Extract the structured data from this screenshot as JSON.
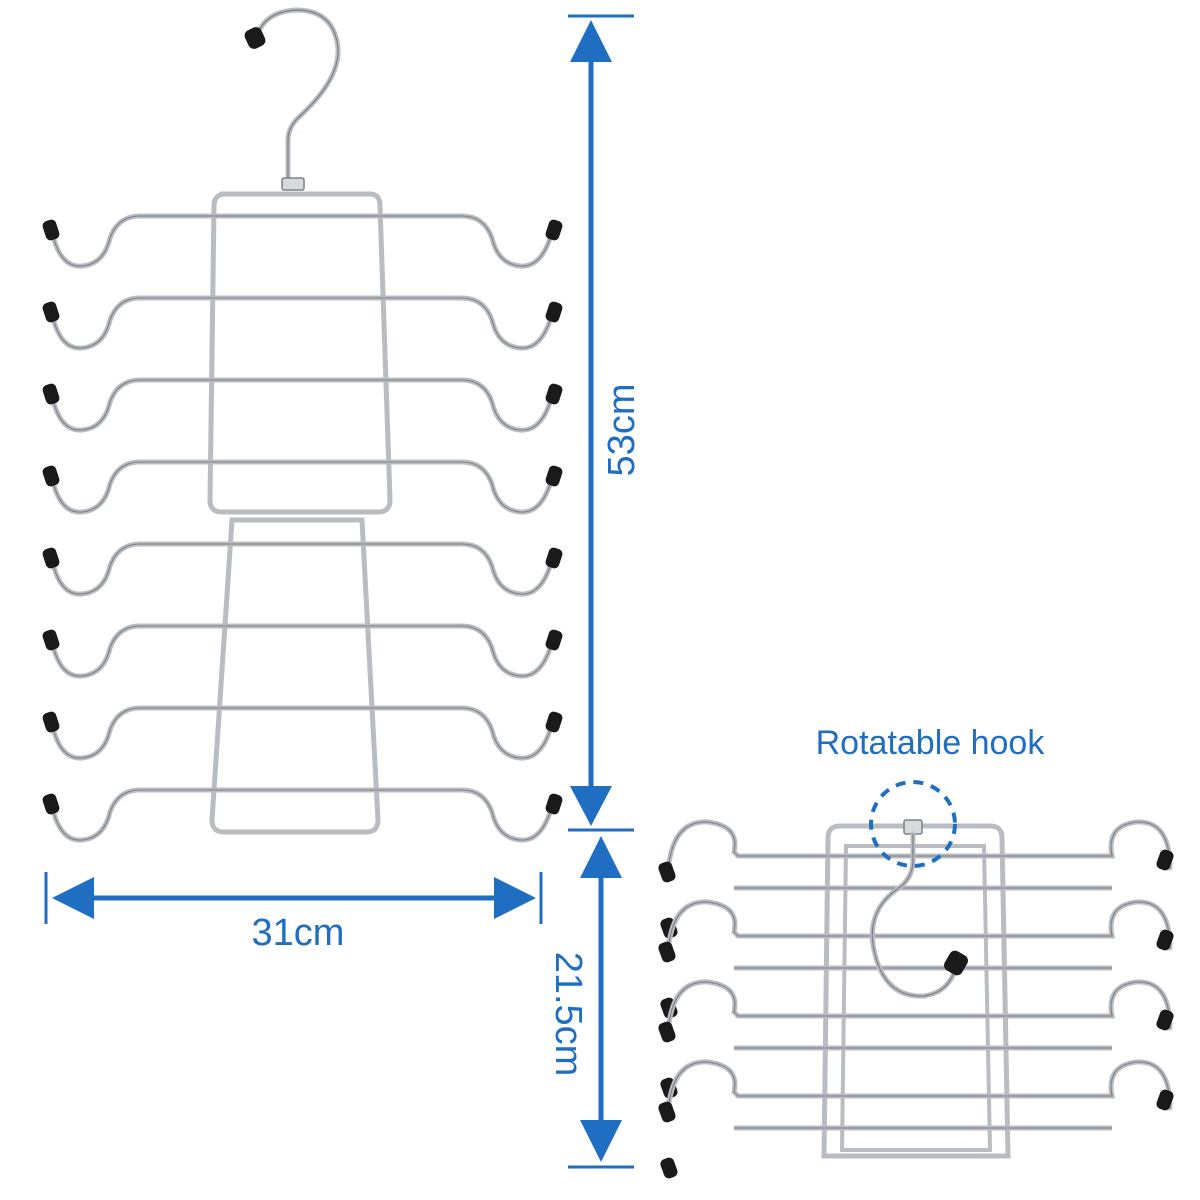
{
  "colors": {
    "accent": "#1f6ec1",
    "wire": "#b9bcc0",
    "wire_dark": "#7d8084",
    "tip": "#1a1a1a",
    "background": "#ffffff"
  },
  "dimensions": {
    "height_folded_label": "53cm",
    "width_label": "31cm",
    "height_unfolded_label": "21.5cm"
  },
  "callout": {
    "label": "Rotatable hook"
  },
  "product": {
    "bar_count": 8,
    "folded_bar_count": 4
  }
}
